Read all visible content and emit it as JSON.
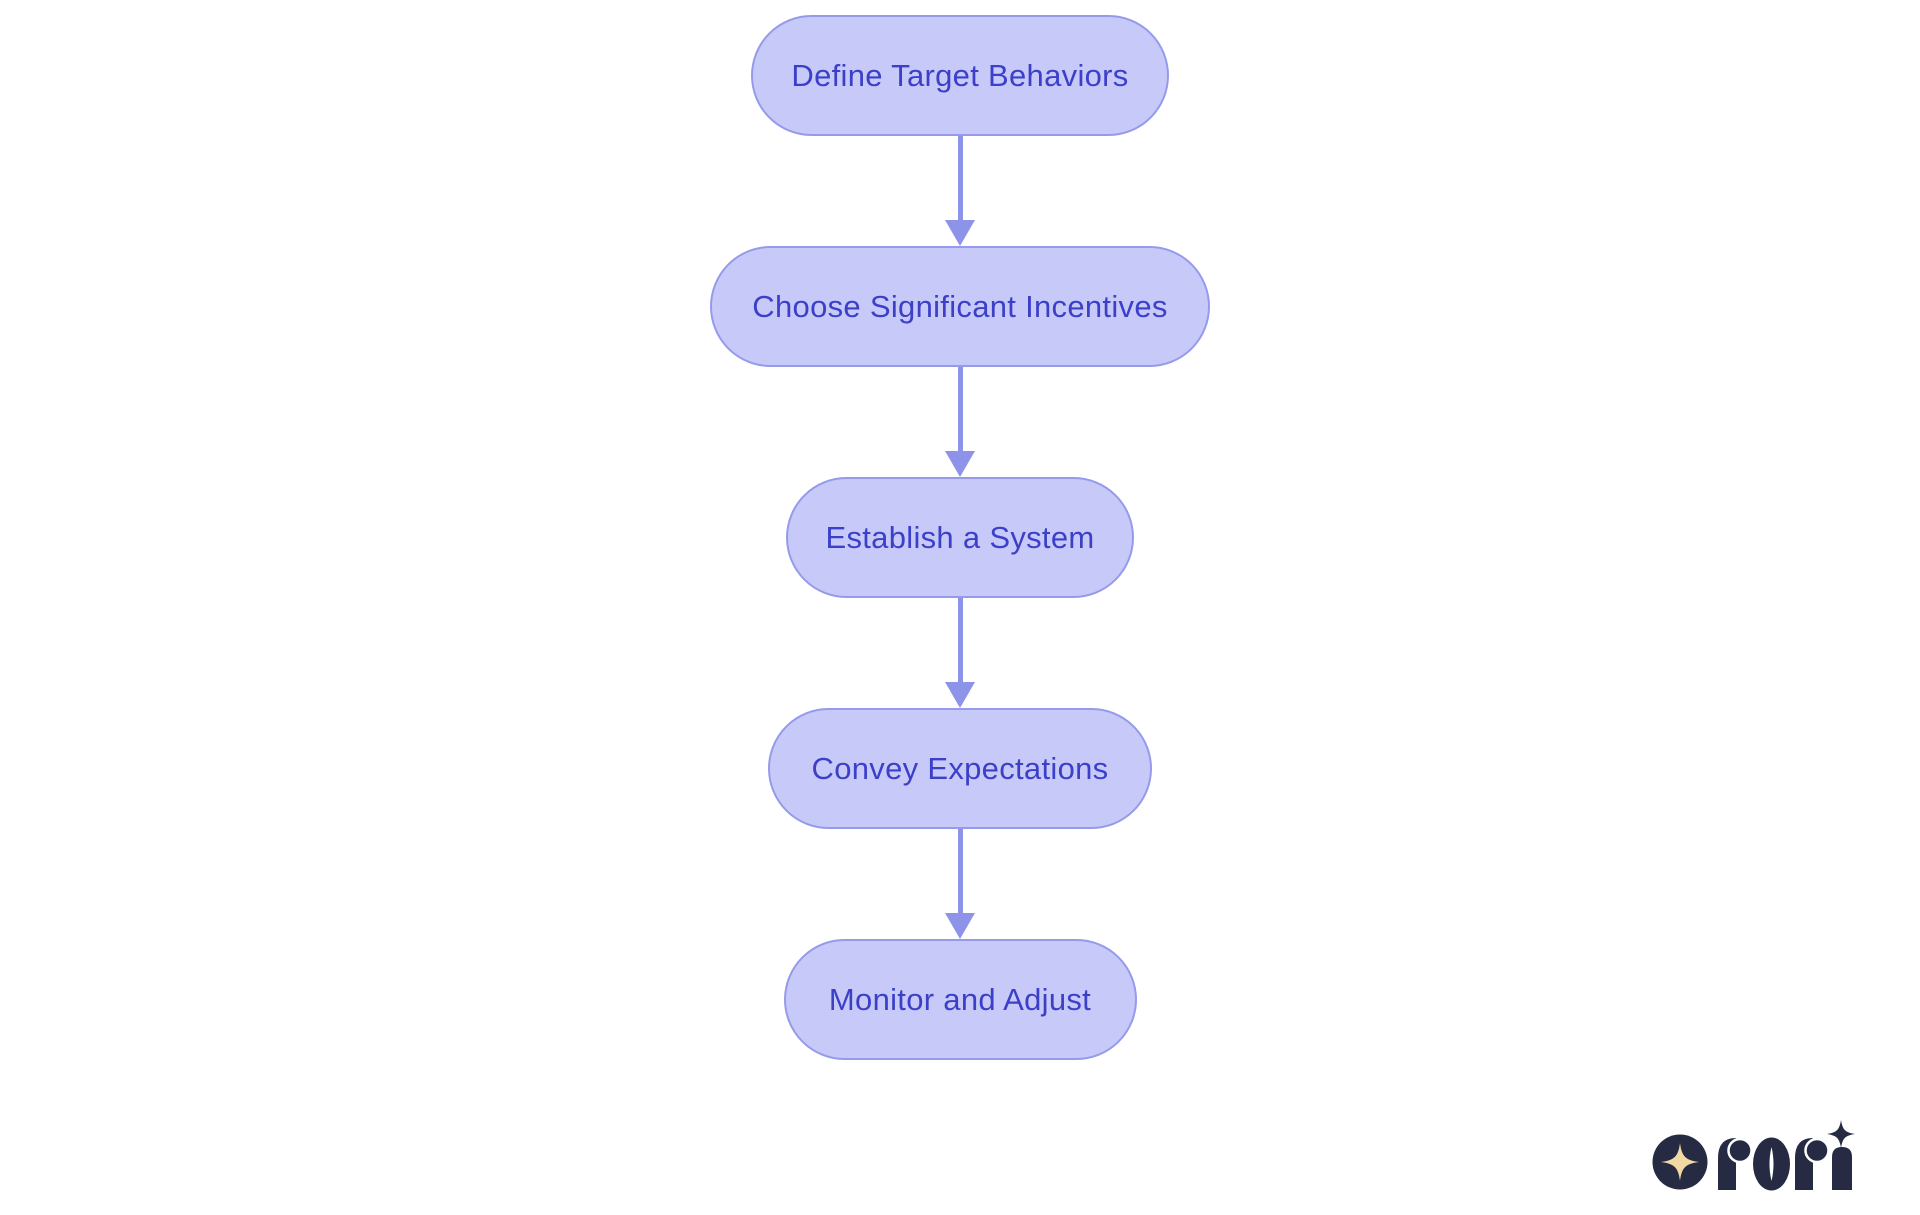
{
  "flowchart": {
    "type": "process-flow",
    "direction": "top-to-bottom",
    "nodes": [
      {
        "id": "define-target-behaviors",
        "label": "Define Target Behaviors"
      },
      {
        "id": "choose-significant-incentives",
        "label": "Choose Significant Incentives"
      },
      {
        "id": "establish-a-system",
        "label": "Establish a System"
      },
      {
        "id": "convey-expectations",
        "label": "Convey Expectations"
      },
      {
        "id": "monitor-and-adjust",
        "label": "Monitor and Adjust"
      }
    ],
    "edges": [
      {
        "from": "Define Target Behaviors",
        "to": "Choose Significant Incentives"
      },
      {
        "from": "Choose Significant Incentives",
        "to": "Establish a System"
      },
      {
        "from": "Establish a System",
        "to": "Convey Expectations"
      },
      {
        "from": "Convey Expectations",
        "to": "Monitor and Adjust"
      }
    ],
    "colors": {
      "node_fill": "#c7caf8",
      "node_border": "#959bea",
      "node_text": "#3c40c8",
      "arrow": "#8e93ea",
      "background": "#ffffff"
    }
  },
  "logo": {
    "brand": "rori",
    "colors": {
      "navy": "#262b43",
      "gold": "#f2d8a2"
    }
  }
}
